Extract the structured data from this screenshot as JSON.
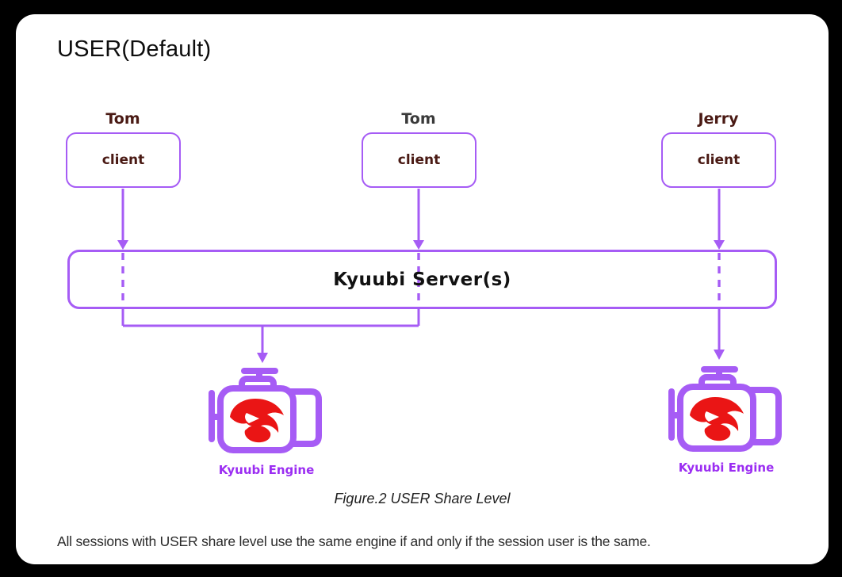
{
  "page": {
    "background": "#000000",
    "card_background": "#ffffff",
    "title": "USER(Default)"
  },
  "diagram": {
    "clients": [
      {
        "user": "Tom",
        "label": "client",
        "user_color": "#4a1a14"
      },
      {
        "user": "Tom",
        "label": "client",
        "user_color": "#3a3a3a"
      },
      {
        "user": "Jerry",
        "label": "client",
        "user_color": "#4a1a14"
      }
    ],
    "server": {
      "label": "Kyuubi Server(s)"
    },
    "engines": [
      {
        "label": "Kyuubi Engine"
      },
      {
        "label": "Kyuubi Engine"
      }
    ],
    "colors": {
      "stroke": "#a65cf5",
      "engine_label": "#9b2df2",
      "logo_red": "#ea1515",
      "client_text": "#4a1a14"
    }
  },
  "caption": "Figure.2 USER Share Level",
  "footer": "All sessions with USER share level use the same engine if and only if the session user is the same."
}
